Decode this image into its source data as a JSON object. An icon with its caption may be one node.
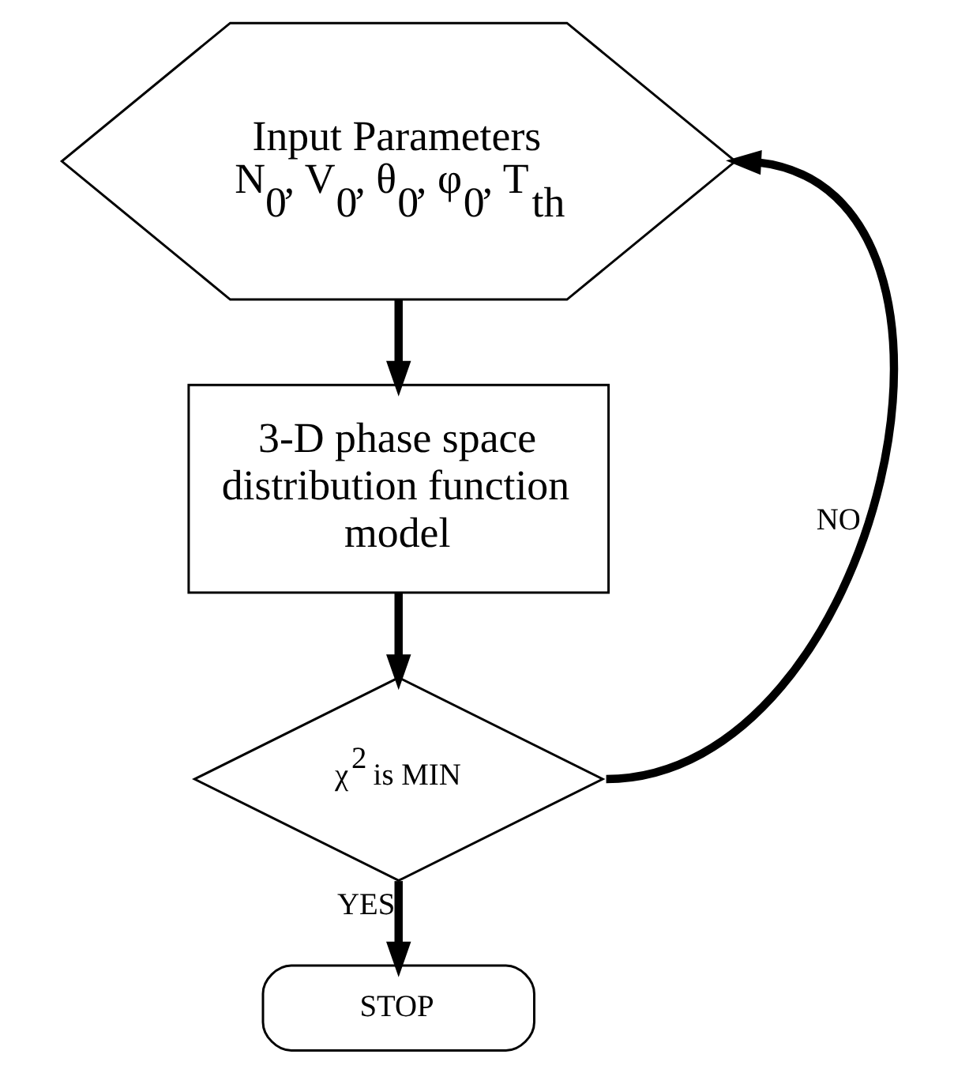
{
  "diagram": {
    "nodes": [
      {
        "text": [
          "Input Parameters",
          "N$_{0}$, V$_{0}$, θ$_{0}$, φ$_{0}$, T$_{th}$"
        ]
      },
      {
        "text": [
          "3-D phase space distribution function model"
        ]
      },
      {
        "text": [
          "χ$^{2}$ is MIN"
        ]
      },
      {
        "text": [
          "STOP"
        ]
      }
    ],
    "edges": [
      {
        "from": 0,
        "to": 1,
        "arrow": "to"
      },
      {
        "from": 1,
        "to": 2,
        "arrow": "to"
      },
      {
        "from": 2,
        "to": 3,
        "arrow": "to",
        "label": "YES"
      },
      {
        "from": 2,
        "to": 0,
        "arrow": "to",
        "label": "NO"
      }
    ]
  }
}
